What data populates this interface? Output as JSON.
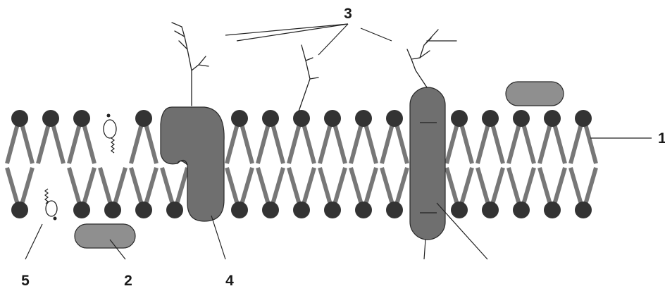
{
  "labels": {
    "phospholipid_bilayer": "1",
    "peripheral_protein": "2",
    "glycocalyx": "3",
    "integral_protein": "4",
    "cholesterol": "5"
  },
  "colors": {
    "heads": "#333333",
    "tails": "#777777",
    "protein_dark": "#6f6f6f",
    "protein_light": "#8f8f8f"
  }
}
